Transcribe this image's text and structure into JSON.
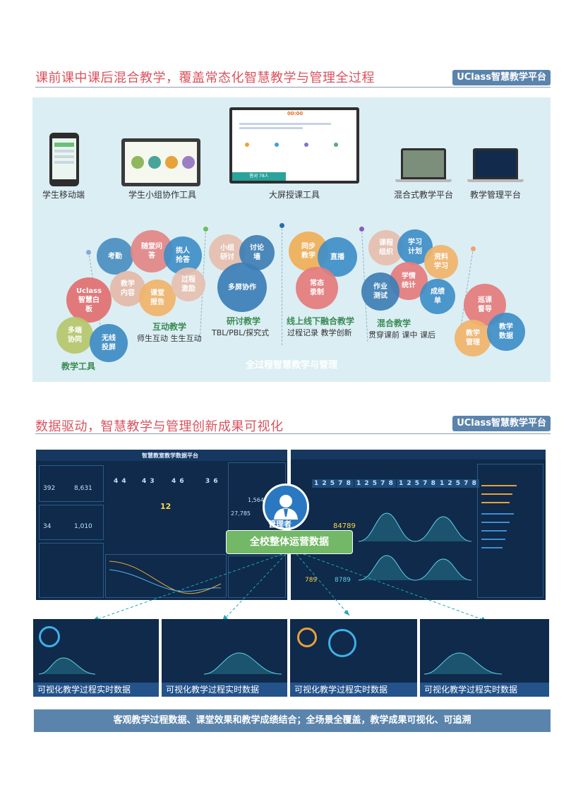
{
  "section1": {
    "title": "课前课中课后混合教学，覆盖常态化智慧教学与管理全过程",
    "brand": "UClass智慧教学平台",
    "devices": [
      {
        "label": "学生移动端"
      },
      {
        "label": "学生小组协作工具"
      },
      {
        "label": "大屏授课工具"
      },
      {
        "label": "混合式教学平台"
      },
      {
        "label": "教学管理平台"
      }
    ],
    "groups": {
      "tools": {
        "title": "教学工具"
      },
      "interactive": {
        "title": "互动教学",
        "sub": "师生互动 生生互动"
      },
      "seminar": {
        "title": "研讨教学",
        "sub": "TBL/PBL/探究式"
      },
      "online_offline": {
        "title": "线上线下融合教学",
        "sub": "过程记录 教学创新"
      },
      "blended": {
        "title": "混合教学",
        "sub": "贯穿课前 课中 课后"
      }
    },
    "bubbles": [
      {
        "text": "考勤"
      },
      {
        "text": "随堂问答"
      },
      {
        "text": "挑人抢答"
      },
      {
        "text": "教学内容"
      },
      {
        "text": "课堂报告"
      },
      {
        "text": "过程激励"
      },
      {
        "text": "Uclass智慧白板"
      },
      {
        "text": "多端协同"
      },
      {
        "text": "无线投屏"
      },
      {
        "text": "小组研讨"
      },
      {
        "text": "讨论墙"
      },
      {
        "text": "多屏协作"
      },
      {
        "text": "同步教学"
      },
      {
        "text": "直播"
      },
      {
        "text": "常态录制"
      },
      {
        "text": "课程组织"
      },
      {
        "text": "学习计划"
      },
      {
        "text": "资料学习"
      },
      {
        "text": "学情统计"
      },
      {
        "text": "作业测试"
      },
      {
        "text": "成绩单"
      },
      {
        "text": "巡课督导"
      },
      {
        "text": "教学管理"
      },
      {
        "text": "教学数据"
      }
    ],
    "hill_text": "全过程智慧教学与管理",
    "big_screen": {
      "timer": "00:00",
      "status": "答对 78人"
    }
  },
  "section2": {
    "title": "数据驱动，智慧教学与管理创新成果可视化",
    "brand": "UClass智慧教学平台",
    "left_dashboard": {
      "title": "智慧教室教学数据平台",
      "values": [
        "392",
        "8,631",
        "34",
        "1,010",
        "12",
        "1,564",
        "27,785"
      ],
      "digits": [
        "4 4",
        "4 3",
        "4 6",
        "3 6"
      ]
    },
    "right_dashboard": {
      "values": [
        "1 2 5 7 8",
        "1 2 5 7 8",
        "1 2 5 7 8",
        "1 2 5 7 8"
      ],
      "stats": [
        "84789",
        "789",
        "8789"
      ]
    },
    "manager": {
      "label": "管理者"
    },
    "center_box": "全校整体运营数据",
    "thumbnails": [
      {
        "label": "可视化教学过程实时数据"
      },
      {
        "label": "可视化教学过程实时数据"
      },
      {
        "label": "可视化教学过程实时数据"
      },
      {
        "label": "可视化教学过程实时数据"
      }
    ],
    "banner": "客观教学过程数据、课堂效果和教学成绩结合；全场景全覆盖，教学成果可视化、可追溯"
  },
  "colors": {
    "title_red": "#d9535f",
    "brand_blue": "#5b84ac",
    "panel_bg": "#dbeef4",
    "hill_green": "#6aa870",
    "dash_bg": "#0f2a4a"
  }
}
